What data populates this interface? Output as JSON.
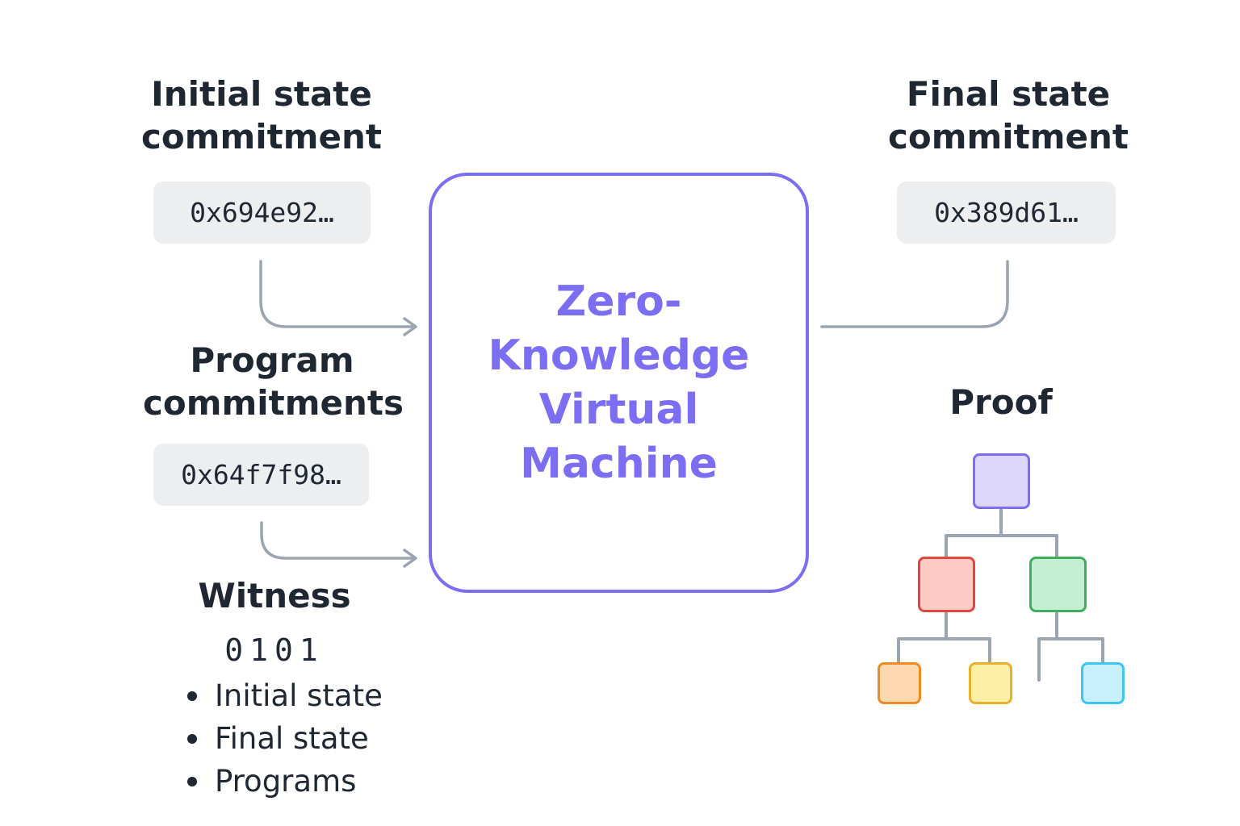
{
  "headings": {
    "initial": [
      "Initial state",
      "commitment"
    ],
    "final": [
      "Final state",
      "commitment"
    ],
    "program": [
      "Program",
      "commitments"
    ],
    "witness": "Witness",
    "proof": "Proof"
  },
  "hashes": {
    "initial": "0x694e92…",
    "final": "0x389d61…",
    "program": "0x64f7f98…"
  },
  "vm": {
    "title_lines": [
      "Zero-",
      "Knowledge",
      "Virtual",
      "Machine"
    ]
  },
  "witness": {
    "bits": "0101",
    "items": [
      "Initial state",
      "Final state",
      "Programs"
    ]
  },
  "colors": {
    "accent": "#7b6ef2",
    "text": "#1f2733",
    "hash_bg": "#eceef0",
    "connector": "#9aa5b1",
    "root_fill": "#ddd8fb",
    "root_border": "#7b6ef2",
    "red_fill": "#fdcbc4",
    "red_border": "#e0483f",
    "green_fill": "#c5efd2",
    "green_border": "#3fae5f",
    "orange_fill": "#fed9b0",
    "orange_border": "#f08a24",
    "yellow_fill": "#fdf0a6",
    "yellow_border": "#eab22c",
    "blue_fill": "#c8f0fc",
    "blue_border": "#3cc6f0"
  }
}
